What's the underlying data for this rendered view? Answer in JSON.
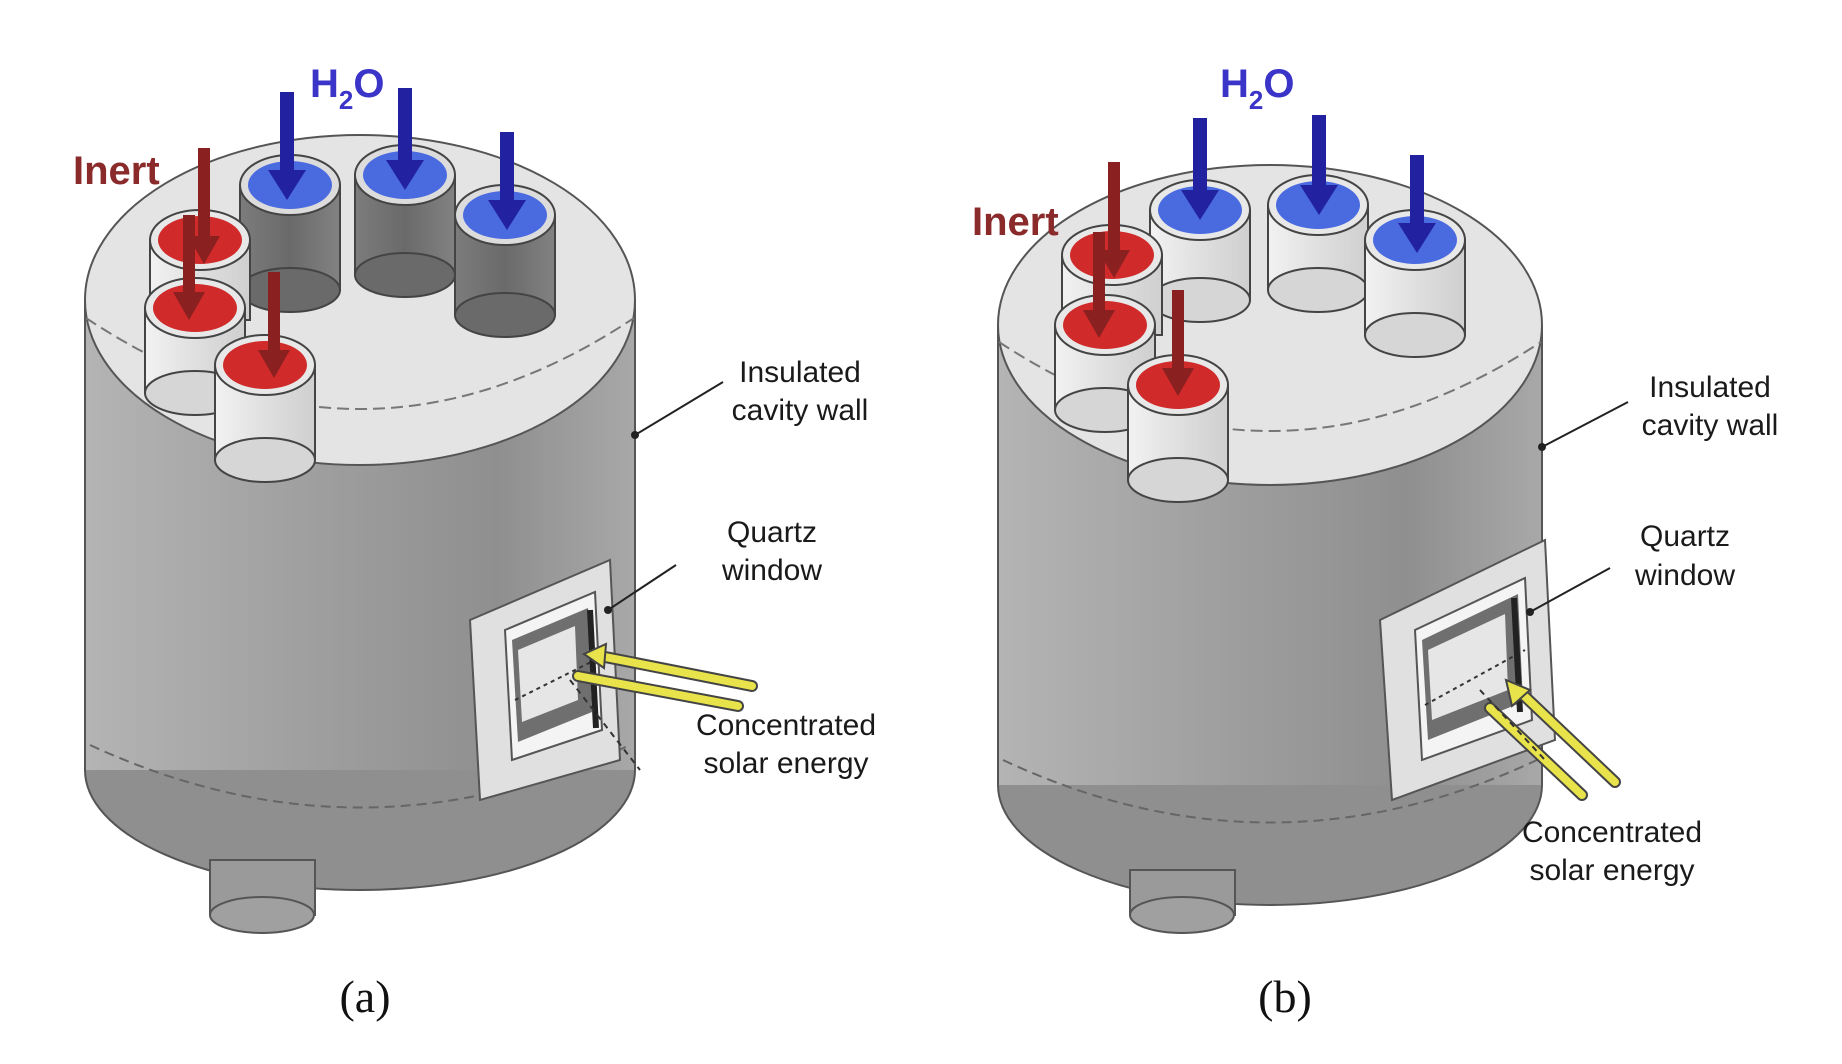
{
  "panel_a": {
    "caption": "(a)",
    "inert_label": "Inert",
    "water_label_main_h": "H",
    "water_label_sub": "2",
    "water_label_main_o": "O",
    "wall_label_line1": "Insulated",
    "wall_label_line2": "cavity wall",
    "window_label_line1": "Quartz",
    "window_label_line2": "window",
    "solar_label_line1": "Concentrated",
    "solar_label_line2": "solar energy"
  },
  "panel_b": {
    "caption": "(b)",
    "inert_label": "Inert",
    "water_label_main_h": "H",
    "water_label_sub": "2",
    "water_label_main_o": "O",
    "wall_label_line1": "Insulated",
    "wall_label_line2": "cavity wall",
    "window_label_line1": "Quartz",
    "window_label_line2": "window",
    "solar_label_line1": "Concentrated",
    "solar_label_line2": "solar energy"
  },
  "colors": {
    "inert_arrow": "#8a2020",
    "inert_port": "#d02a2a",
    "water_arrow": "#2222a0",
    "water_port": "#4a6ae0",
    "solar_beam": "#e8e34a",
    "body": "#9c9c9c",
    "lid": "#e2e2e2"
  },
  "icons": {
    "reactor": "cylinder-reactor-icon",
    "inflow": "down-arrow-icon"
  }
}
